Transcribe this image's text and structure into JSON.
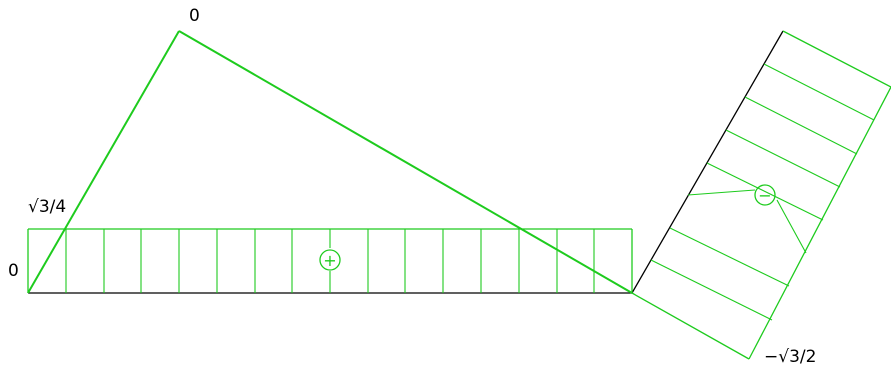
{
  "diagram": {
    "labels": {
      "top_zero": "0",
      "left_zero": "0",
      "sqrt3_over_4": "√3/4",
      "neg_sqrt3_over_2": "−√3/2"
    },
    "signs": {
      "plus": "+",
      "minus": "−"
    },
    "colors": {
      "member": "#000000",
      "diagram": "#1ecb1e",
      "background": "#ffffff"
    }
  }
}
